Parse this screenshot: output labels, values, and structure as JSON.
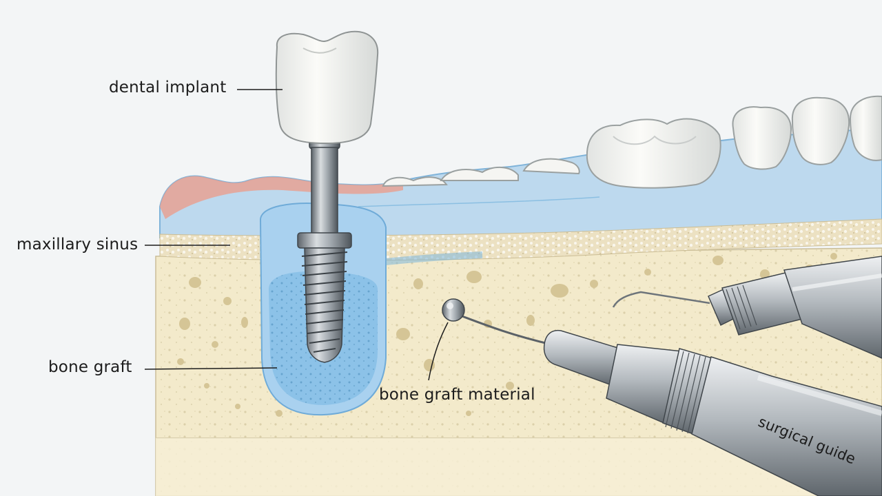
{
  "labels": {
    "dental_implant": "dental implant",
    "maxillary_sinus": "maxillary sinus",
    "bone_graft": "bone graft",
    "bone_graft_material": "bone graft material",
    "surgical_guide": "surgical guide"
  },
  "colors": {
    "bone": "#f1e8c9",
    "soft_tissue": "#bcd9ef",
    "graft_blue": "#8cc4ea",
    "gum": "#e59a8c",
    "metal": "#9aa1a8",
    "tooth": "#f7f7f3"
  }
}
